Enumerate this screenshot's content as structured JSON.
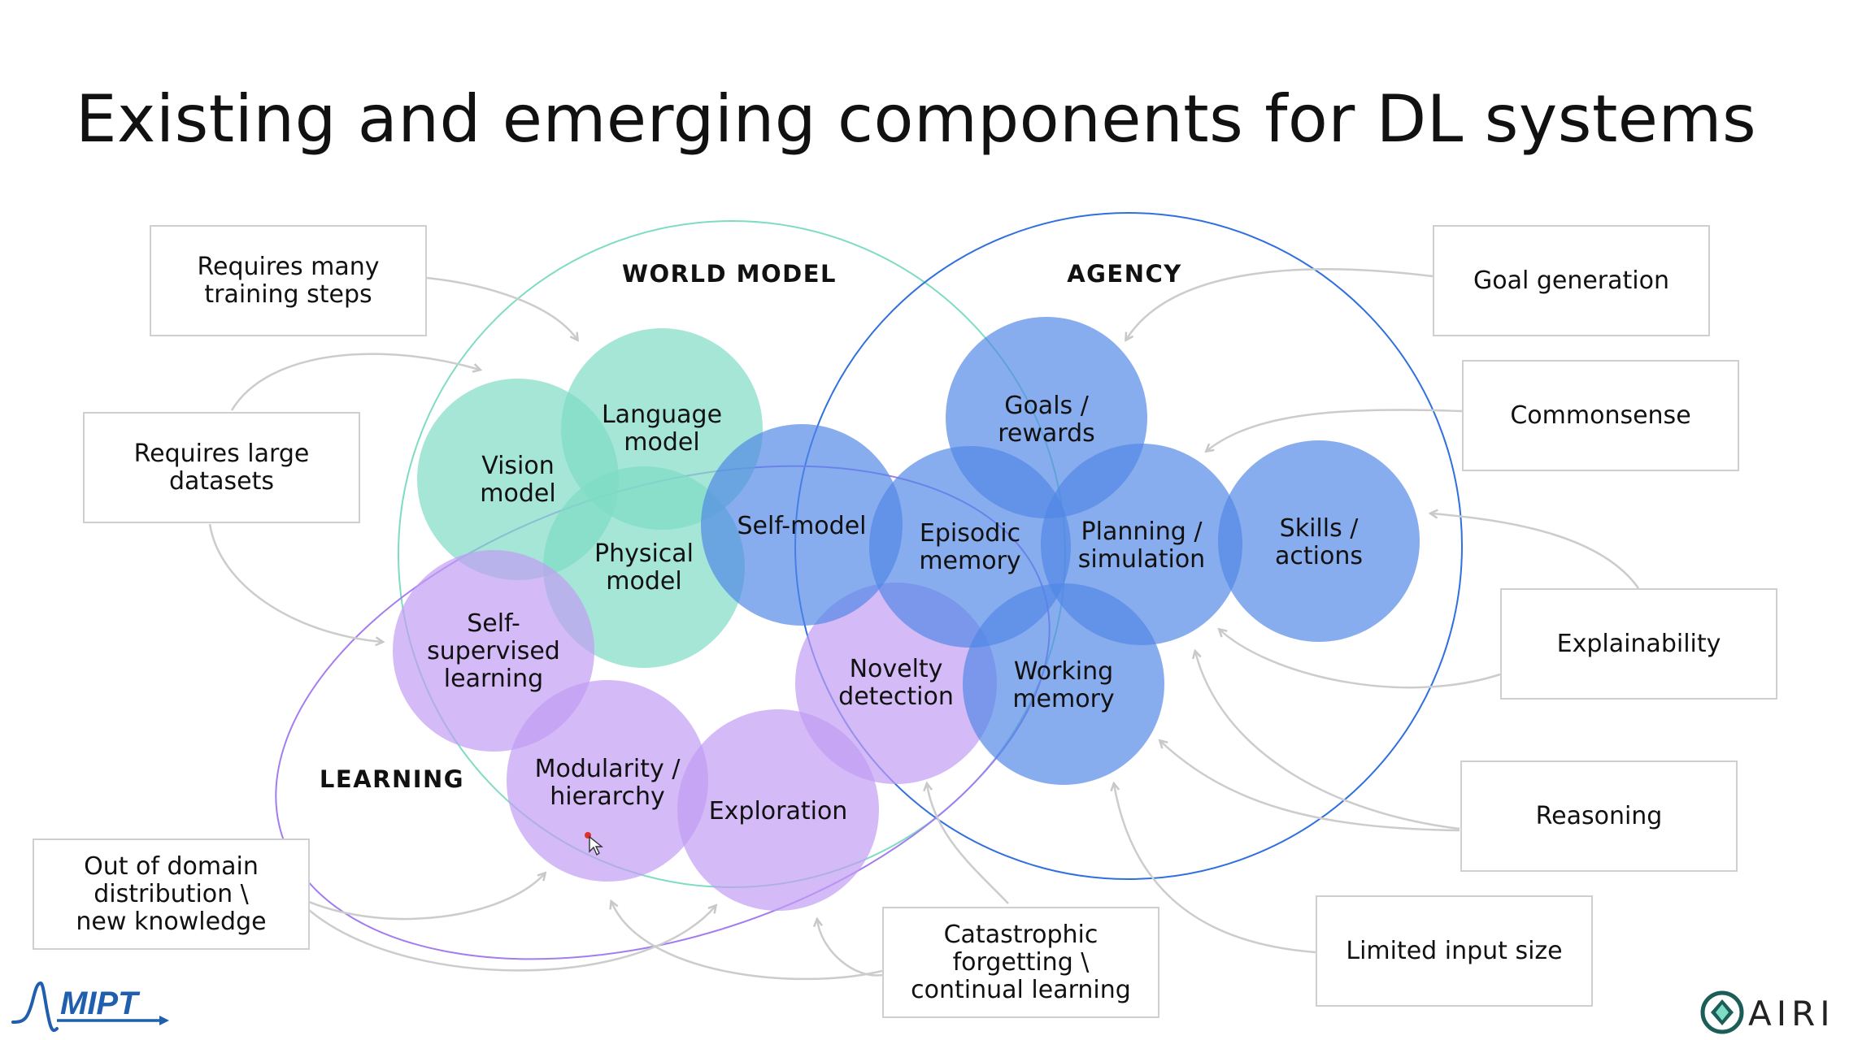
{
  "slide": {
    "title": "Existing and emerging components for DL systems"
  },
  "sections": {
    "world_model": "WORLD MODEL",
    "agency": "AGENCY",
    "learning": "LEARNING"
  },
  "components": {
    "vision_model": "Vision\nmodel",
    "language_model": "Language\nmodel",
    "physical_model": "Physical\nmodel",
    "self_model": "Self-model",
    "goals_rewards": "Goals /\nrewards",
    "episodic_memory": "Episodic\nmemory",
    "planning_simulation": "Planning /\nsimulation",
    "skills_actions": "Skills /\nactions",
    "self_supervised_learning": "Self-\nsupervised\nlearning",
    "novelty_detection": "Novelty\ndetection",
    "working_memory": "Working\nmemory",
    "modularity_hierarchy": "Modularity /\nhierarchy",
    "exploration": "Exploration"
  },
  "challenges": {
    "requires_many_training_steps": "Requires many\ntraining steps",
    "requires_large_datasets": "Requires large\ndatasets",
    "out_of_domain": "Out of domain\ndistribution \\\nnew knowledge",
    "catastrophic_forgetting": "Catastrophic\nforgetting \\\ncontinual learning",
    "limited_input_size": "Limited input size",
    "goal_generation": "Goal generation",
    "commonsense": "Commonsense",
    "explainability": "Explainability",
    "reasoning": "Reasoning"
  },
  "logos": {
    "mipt": "MIPT",
    "airi": "AIRI"
  },
  "colors": {
    "world_model": "#7fdcc4",
    "agency": "#4f86e6",
    "learning": "#c29cf4",
    "world_ring": "#7fdcc4",
    "agency_ring": "#2f6fe0",
    "learning_ring": "#a37cf0",
    "arrow": "#cccccc",
    "mipt_blue": "#1f5fae"
  }
}
